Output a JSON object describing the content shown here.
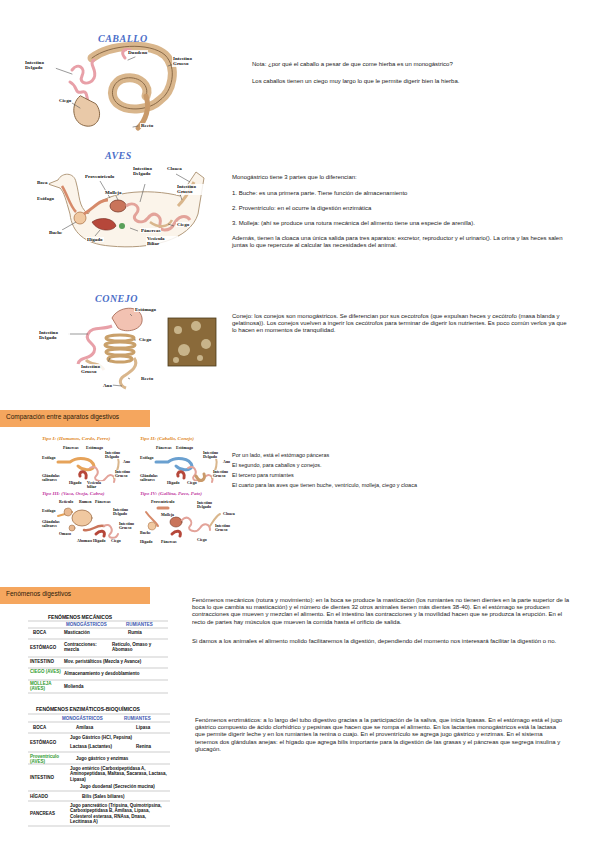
{
  "diagram": {
    "nodes": [
      {
        "text": [
          "Comparación entre aparatos digestivos"
        ]
      },
      {
        "text": [
          "Fenómenos digestivos"
        ]
      }
    ],
    "labels": [
      "CABALLO",
      "Duodeno",
      "Intestino Delgado",
      "Intestino Grueso",
      "Ciego",
      "Recto",
      "Nota: ¿por qué el caballo a pesar de que come hierba es un monogástrico?",
      "Los caballos tienen un ciego muy largo lo que le permite digerir bien la hierba.",
      "AVES",
      "Boca",
      "Proventrículo",
      "Intestino Delgado",
      "Cloaca",
      "Molleja",
      "Intestino Grueso",
      "Esófago",
      "Buche",
      "Hígado",
      "Páncreas",
      "Vesícula Biliar",
      "Ciego",
      "Monogástrico tiene 3 partes que lo diferencian:",
      "1. Buche: es una primera parte. Tiene función de almacenamiento",
      "2. Proventrículo: en el ocurre la digestión enzimática",
      "3. Molleja: (ahí se produce una rotura mecánica del alimento tiene una especie de arenilla).",
      "Además, tienen la cloaca una única salida para tres aparatos: excretor, reproductor y el urinario(). La orina y las heces salen juntas lo que repercute al calcular las necesidades del animal.",
      "CONEJO",
      "Estómago",
      "Intestino Delgado",
      "Ciego",
      "Intestino Grueso",
      "Recto",
      "Ano",
      "Conejo: los conejos son monogástricos. Se diferencian por sus cecotrofos (que expulsan heces y cecótrofo (masa blanda y gelatinosa)). Los conejos vuelven a ingerir los cecótrofos para terminar de digerir los nutrientes. Es poco común verlos ya que lo hacen en momentos de tranquilidad.",
      "Tipo I: (Humanos, Cerdo, Perro)",
      "Tipo II: (Caballo, Conejo)",
      "Tipo III: (Vaca, Oveja, Cabra)",
      "Tipo IV: (Gallina, Pavo, Pato)",
      "Esófago",
      "Estómago",
      "Páncreas",
      "Intestino Delgado",
      "Glándulas salivares",
      "Hígado",
      "Vesícula biliar",
      "Intestino Grueso",
      "Ano",
      "Esófago",
      "Estómago",
      "Páncreas",
      "Intestino Delgado",
      "Glándulas salivares",
      "Hígado",
      "Ciego",
      "Intestino Grueso",
      "Ano",
      "Esófago",
      "Retículo",
      "Rumen",
      "Omaso",
      "Abomaso",
      "Páncreas",
      "Intestino Delgado",
      "Glándulas salivares",
      "Hígado",
      "Ciego",
      "Intestino Grueso",
      "Proventrículo",
      "Buche",
      "Molleja",
      "Páncreas",
      "Intestino Delgado",
      "Cloaca",
      "Hígado",
      "Ciego",
      "Intestino Grueso",
      "Por un lado, está el estómago pánceras",
      "El segundo, para caballos y conejos.",
      "El tercero para rumiantes",
      "El cuarto para las aves que tienen buche, ventrículo, molleja, ciego y cloaca",
      "FENÓMENOS MECÁNICOS",
      "MONOGÁSTRICOS",
      "RUMIANTES",
      "BOCA",
      "Masticación",
      "Rumia",
      "ESTÓMAGO",
      "Contracciones: mezcla",
      "Retículo, Omaso y Abomaso",
      "INTESTINO",
      "Mov. peristálticos (Mezcla y Avance)",
      "CIEGO (AVES)",
      "Almacenamiento y desdoblamiento",
      "MOLLEJA (AVES)",
      "Molienda",
      "Fenómenos mecánicos (rotura y movimiento): en la boca se produce la masticación (los rumiantes no tienen dientes en la parte superior de la boca lo que cambia su masticación) y el número de dientes 32 otros animales tienen más dientes 38-40). En el estómago se producen contracciones que mueven y mezclan el alimento. En el intestino las contracciones y la movilidad hacen que se produzca la erupción. En el recto de partes hay músculos que mueven la comida hasta el orificio de salida.",
      "Si damos a los animales el alimento molido facilitaremos la digestión, dependiendo del momento nos interesará facilitar la digestión o no.",
      "FENÓMENOS ENZIMÁTICOS-BIOQUÍMICOS",
      "MONOGÁSTRICOS",
      "RUMIANTES",
      "BOCA",
      "Amilasa",
      "Lipasa",
      "ESTÓMAGO",
      "Jugo Gástrico (HCl, Pepsina)",
      "Lactasa (Lactantes)",
      "Renina",
      "Proventrículo (AVES)",
      "Jugo gástrico y enzimas",
      "INTESTINO",
      "Jugo entérico (Carboxipeptidasa A, Aminopeptidasa, Maltasa, Sacarasa, Lactasa, Lipasa)",
      "Jugo duodenal (Secreción mucina)",
      "HÍGADO",
      "Bilis (Sales biliares)",
      "PANCREAS",
      "Jugo pancreático (Tripsina, Quimotripsina, Carboxipeptidasa B, Amilasa, Lipasa, Colesterol esterasa, RNAsa, Dnasa, Lecitinasa A)",
      "Fenómenos enzimáticos: a lo largo del tubo digestivo gracias a la participación de la saliva, que inicia lipasas. En el estómago está el jugo gástrico compuesto de ácido clorhídrico y pepsinas que hacen que se rompa el alimento. En los lactantes monogástricos está la lactasa que permite digerir leche y en los rumiantes la renina o cuajo. En el proventrículo se agrega jugo gástrico y enzimas. En el sistema tenemos dos glándulas anejas: el hígado que agrega bilis importante para la digestión de las grasas y el páncreas que segrega insulina y glucagón."
    ]
  }
}
